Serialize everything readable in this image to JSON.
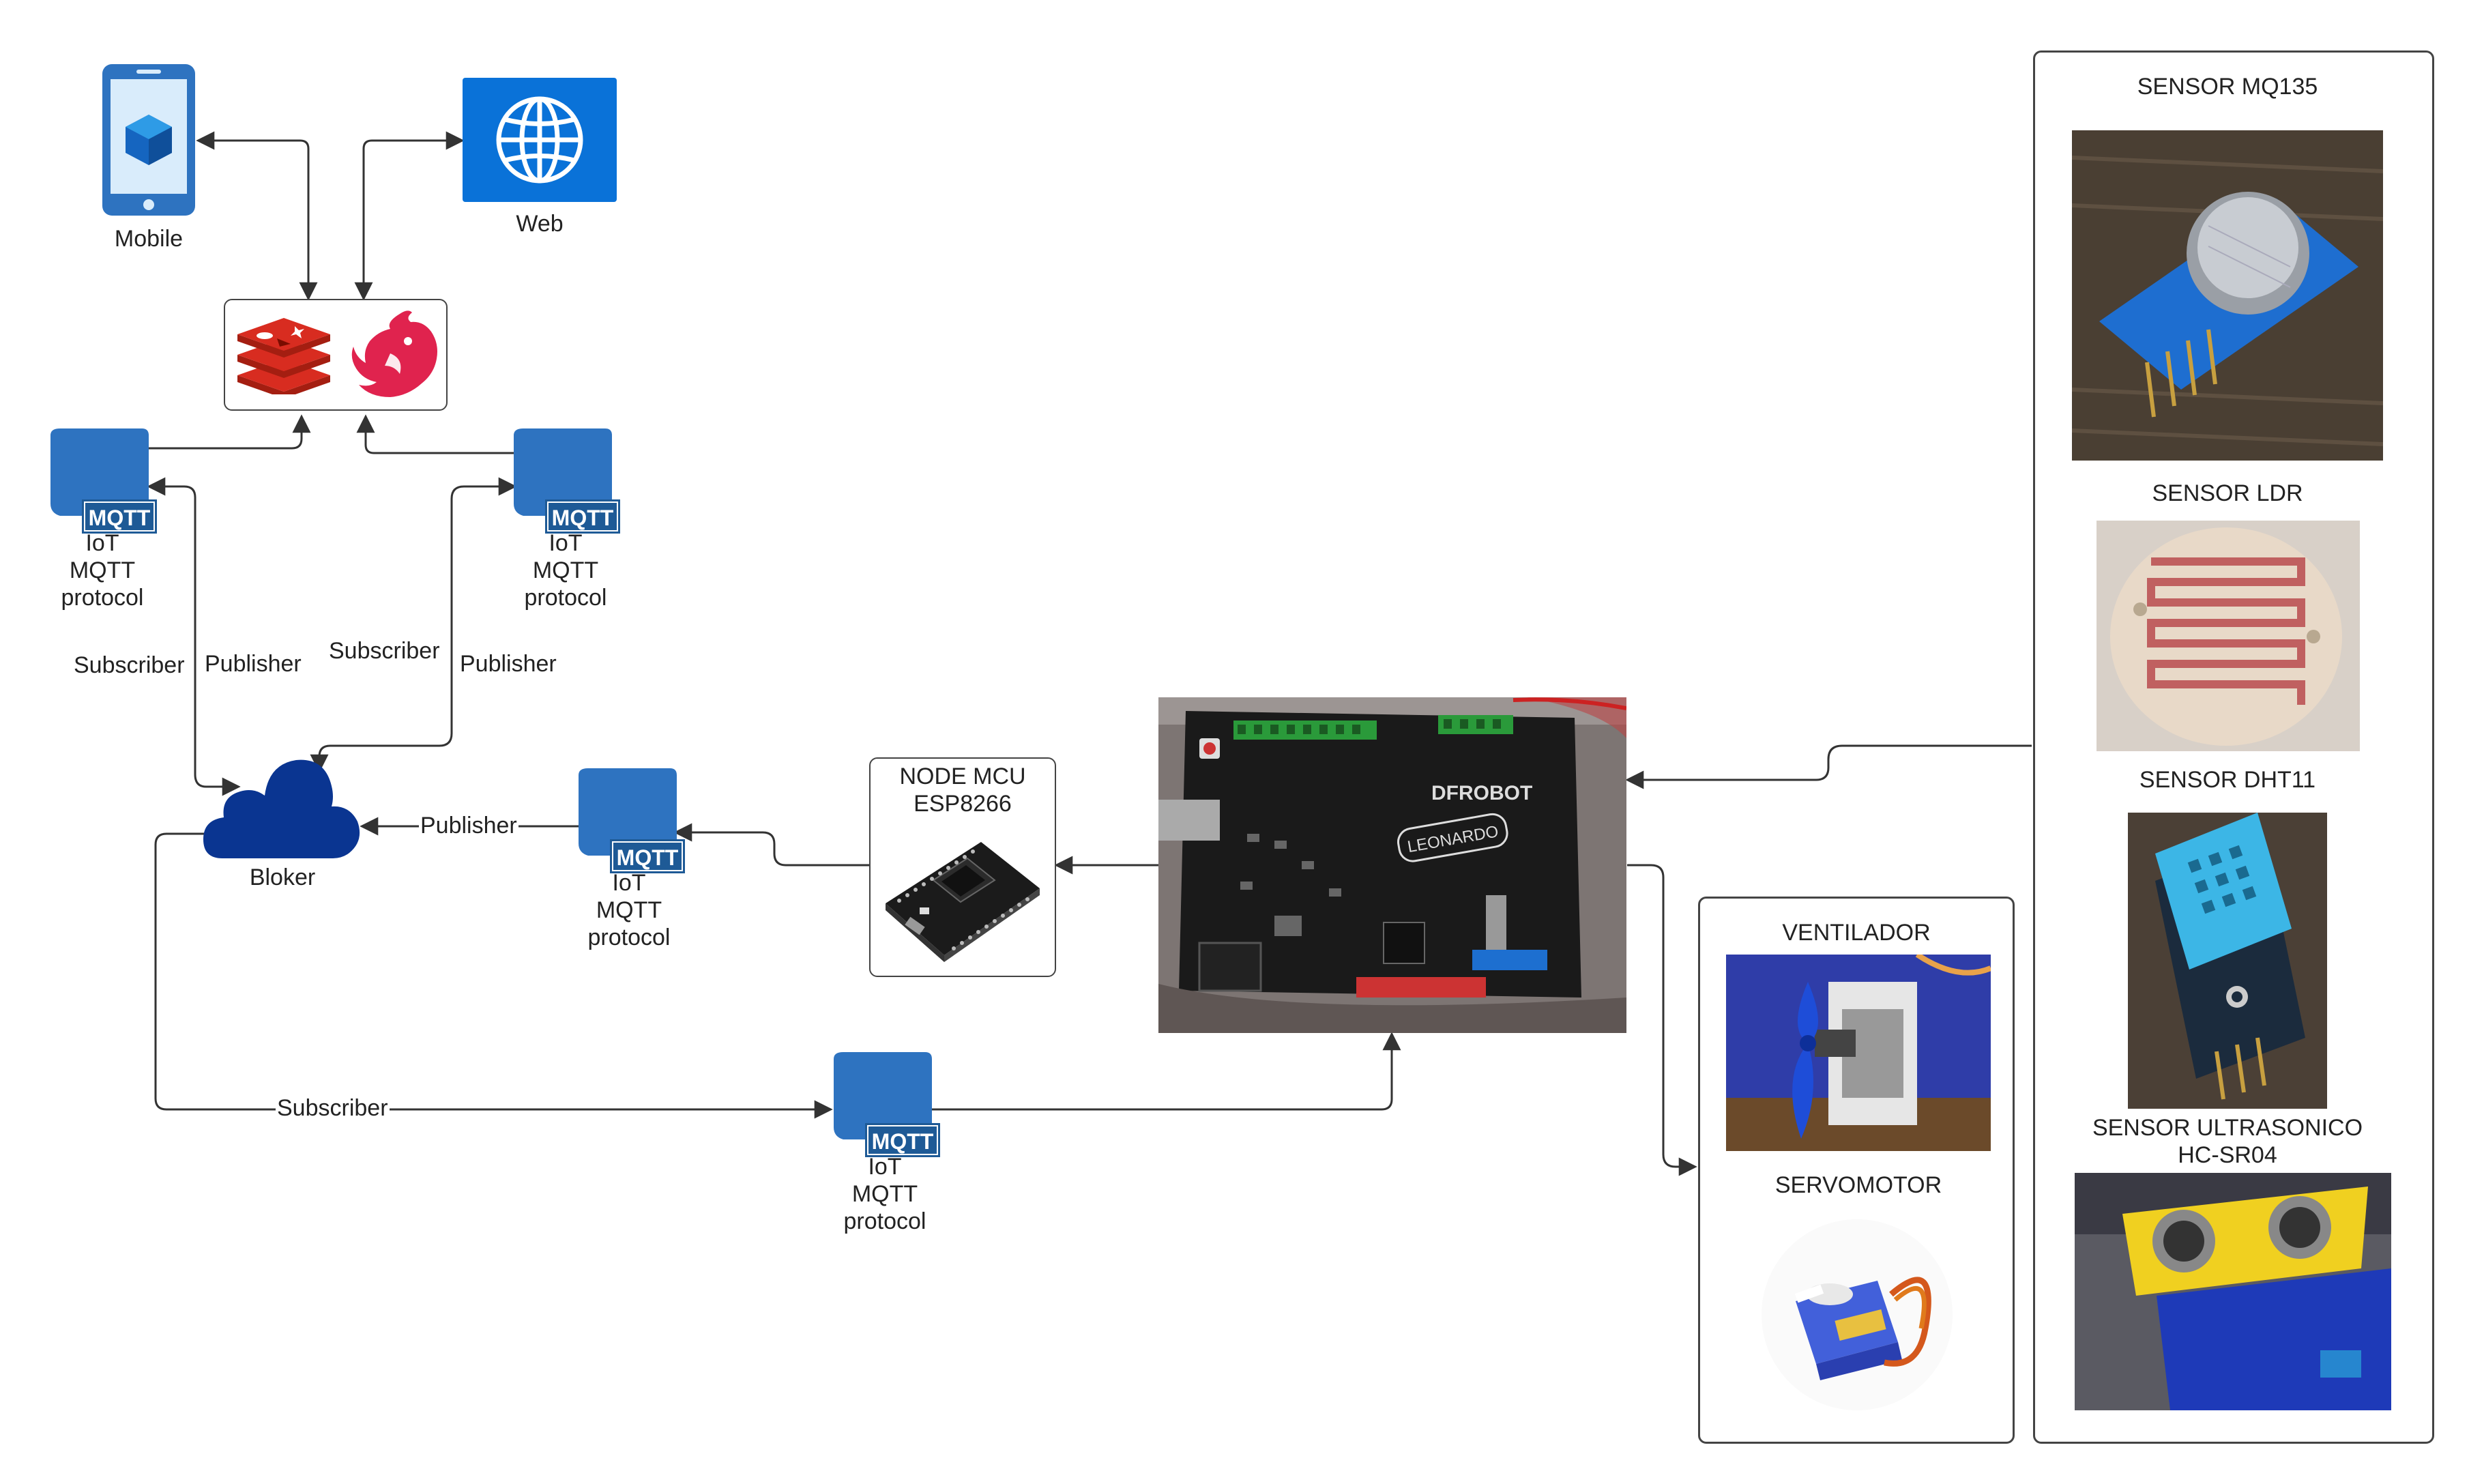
{
  "clients": {
    "mobile_label": "Mobile",
    "web_label": "Web"
  },
  "mqtt_nodes": [
    {
      "badge": "MQTT",
      "label_lines": [
        "IoT",
        "MQTT",
        "protocol"
      ]
    },
    {
      "badge": "MQTT",
      "label_lines": [
        "IoT",
        "MQTT",
        "protocol"
      ]
    },
    {
      "badge": "MQTT",
      "label_lines": [
        "IoT",
        "MQTT",
        "protocol"
      ]
    },
    {
      "badge": "MQTT",
      "label_lines": [
        "IoT",
        "MQTT",
        "protocol"
      ]
    }
  ],
  "edge_labels": {
    "subscriber_left": "Subscriber",
    "publisher_left": "Publisher",
    "subscriber_right": "Subscriber",
    "publisher_right": "Publisher",
    "publisher_broker": "Publisher",
    "subscriber_bottom": "Subscriber"
  },
  "broker_label": "Bloker",
  "nodemcu": {
    "title_line1": "NODE MCU",
    "title_line2": "ESP8266"
  },
  "arduino_board": {
    "brand": "DFROBOT",
    "model": "LEONARDO"
  },
  "actuators": {
    "ventilador": "VENTILADOR",
    "servomotor": "SERVOMOTOR"
  },
  "sensors": {
    "mq135": "SENSOR MQ135",
    "ldr": "SENSOR LDR",
    "dht11": "SENSOR DHT11",
    "ultrasonico_line1": "SENSOR ULTRASONICO",
    "ultrasonico_line2": "HC-SR04"
  },
  "colors": {
    "azure_blue": "#2E73C0",
    "mqtt_badge": "#1E5A96",
    "redis_red": "#D22E26",
    "nest_red": "#E0234E",
    "cloud_navy": "#0A3591",
    "arrow": "#333333"
  }
}
